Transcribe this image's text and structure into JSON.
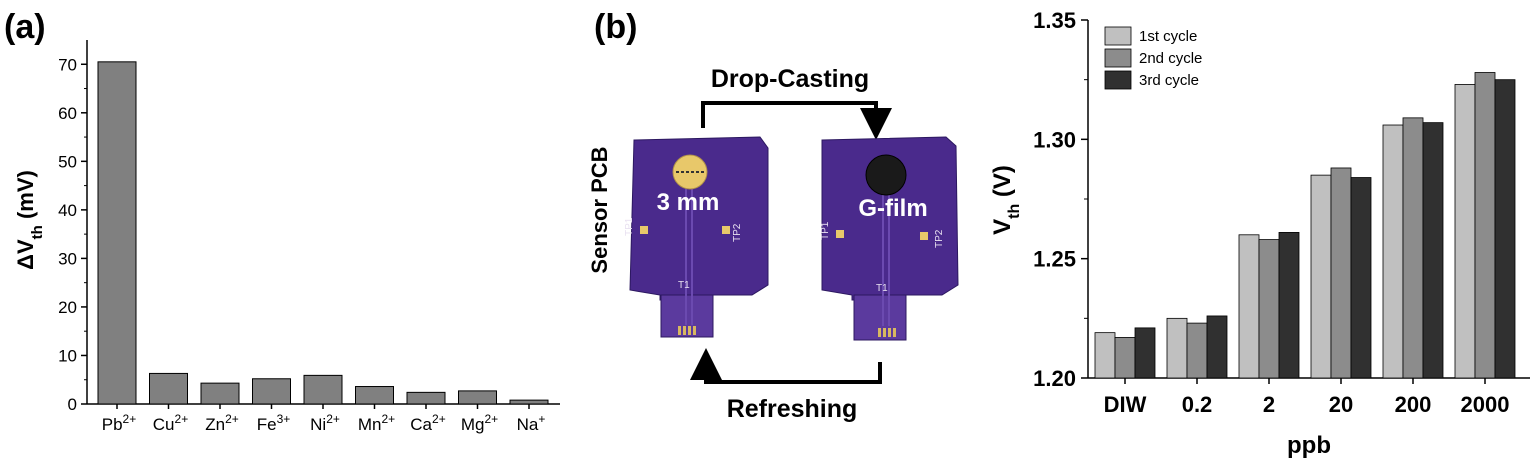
{
  "panels": {
    "a": {
      "label": "(a)"
    },
    "b": {
      "label": "(b)"
    }
  },
  "schematic": {
    "top_arrow_label": "Drop-Casting",
    "bottom_arrow_label": "Refreshing",
    "side_label": "Sensor PCB",
    "left_board_text": "3 mm",
    "right_board_text": "G-film",
    "board_silk": [
      "TP1",
      "TP2",
      "T1"
    ],
    "colors": {
      "pcb": "#4a2a8c",
      "gold": "#e8c86a",
      "film": "#1a1a1a"
    }
  },
  "chart_data": [
    {
      "type": "bar",
      "ylabel": "ΔV",
      "ylabel_sub": "th",
      "ylabel_unit": "(mV)",
      "categories": [
        {
          "base": "Pb",
          "sup": "2+"
        },
        {
          "base": "Cu",
          "sup": "2+"
        },
        {
          "base": "Zn",
          "sup": "2+"
        },
        {
          "base": "Fe",
          "sup": "3+"
        },
        {
          "base": "Ni",
          "sup": "2+"
        },
        {
          "base": "Mn",
          "sup": "2+"
        },
        {
          "base": "Ca",
          "sup": "2+"
        },
        {
          "base": "Mg",
          "sup": "2+"
        },
        {
          "base": "Na",
          "sup": "+"
        }
      ],
      "values": [
        70.5,
        6.3,
        4.3,
        5.2,
        5.9,
        3.6,
        2.4,
        2.7,
        0.8
      ],
      "ylim": [
        0,
        75
      ],
      "yticks": [
        "0",
        "10",
        "20",
        "30",
        "40",
        "50",
        "60",
        "70"
      ],
      "bar_color": "#808080",
      "grid": false
    },
    {
      "type": "bar",
      "xlabel": "ppb",
      "ylabel": "V",
      "ylabel_sub": "th",
      "ylabel_unit": "(V)",
      "categories": [
        "DIW",
        "0.2",
        "2",
        "20",
        "200",
        "2000"
      ],
      "series": [
        {
          "name": "1st cycle",
          "color": "#c0c0c0",
          "values": [
            1.219,
            1.225,
            1.26,
            1.285,
            1.306,
            1.323
          ]
        },
        {
          "name": "2nd cycle",
          "color": "#8c8c8c",
          "values": [
            1.217,
            1.223,
            1.258,
            1.288,
            1.309,
            1.328
          ]
        },
        {
          "name": "3rd cycle",
          "color": "#303030",
          "values": [
            1.221,
            1.226,
            1.261,
            1.284,
            1.307,
            1.325
          ]
        }
      ],
      "ylim": [
        1.2,
        1.35
      ],
      "yticks": [
        "1.20",
        "1.25",
        "1.30",
        "1.35"
      ],
      "legend_position": "top-left",
      "grid": false
    }
  ]
}
